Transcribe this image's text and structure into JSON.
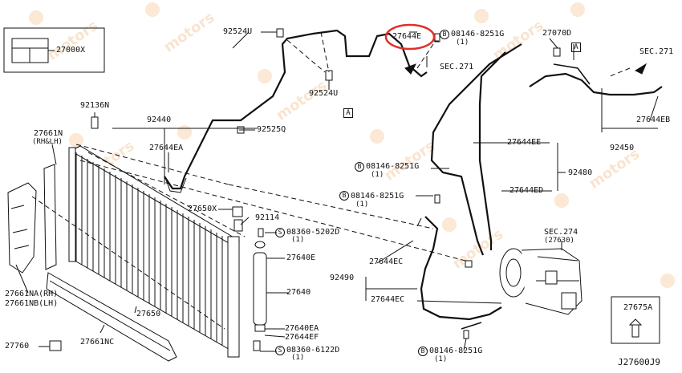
{
  "diagram_id": "J27600J9",
  "highlight_color": "#e0302a",
  "line_color": "#111111",
  "watermark": {
    "text": "motors",
    "color": "#f5cfa8"
  },
  "legend_box": {
    "part": "27000X"
  },
  "labels": {
    "p27000X": "27000X",
    "p92524U_top": "92524U",
    "p92524U_mid": "92524U",
    "p27644E": "27644E",
    "bolt_top": "08146-8251G",
    "bolt_top_qty": "(1)",
    "sec271_mid": "SEC.271",
    "p27070D": "27070D",
    "sec271_right": "SEC.271",
    "p27644EB": "27644EB",
    "p92450": "92450",
    "p92136N": "92136N",
    "p92440": "92440",
    "p92525Q": "92525Q",
    "p27661N": "27661N",
    "p27661N_sub": "(RH&LH)",
    "p27644EA": "27644EA",
    "p27644EE": "27644EE",
    "bolt_mid1": "08146-8251G",
    "bolt_mid1_qty": "(1)",
    "p92480": "92480",
    "p27644ED": "27644ED",
    "bolt_mid2": "08146-8251G",
    "bolt_mid2_qty": "(1)",
    "p27650X": "27650X",
    "p92114": "92114",
    "screw1": "08360-5202D",
    "screw1_qty": "(1)",
    "sec274": "SEC.274",
    "sec274_sub": "(27630)",
    "p27640E": "27640E",
    "p27644EC_a": "27644EC",
    "p92490": "92490",
    "p27644EC_b": "27644EC",
    "p27640": "27640",
    "p27661NA": "27661NA(RH)",
    "p27661NB": "27661NB(LH)",
    "p27650": "27650",
    "p27675A": "27675A",
    "p27640EA": "27640EA",
    "p27644EF": "27644EF",
    "screw2": "08360-6122D",
    "screw2_qty": "(1)",
    "p27760": "27760",
    "p27661NC": "27661NC",
    "bolt_bot": "08146-8251G",
    "bolt_bot_qty": "(1)",
    "ref_A": "A",
    "ref_B": "B",
    "ref_S": "S"
  }
}
